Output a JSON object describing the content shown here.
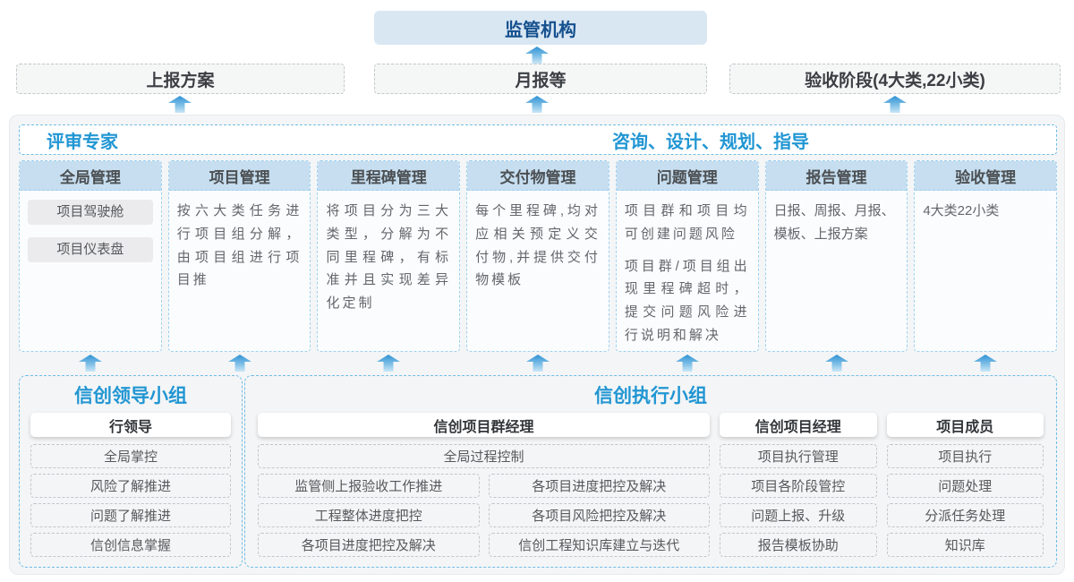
{
  "colors": {
    "accent_blue": "#2196d3",
    "dark_blue": "#15508e",
    "regulator_bg": "#d9e7f3",
    "column_header_bg": "#c6def0",
    "dashed_blue_border": "#6fbde8",
    "container_bg": "#f4f5f6",
    "arrow_gradient_top": "#2f92d3",
    "arrow_gradient_bottom": "#c9e6f6"
  },
  "icons": {
    "up_arrow": "up-arrow"
  },
  "top": {
    "regulator": "监管机构"
  },
  "row2": [
    {
      "label": "上报方案"
    },
    {
      "label": "月报等"
    },
    {
      "label": "验收阶段(4大类,22小类)"
    }
  ],
  "panel": {
    "experts_label": "评审专家",
    "consult_label": "咨询、设计、规划、指导",
    "columns": [
      {
        "title": "全局管理",
        "pills": [
          "项目驾驶舱",
          "项目仪表盘"
        ]
      },
      {
        "title": "项目管理",
        "text": "按六大类任务进行项目组分解，由项目组进行项目推"
      },
      {
        "title": "里程碑管理",
        "text": "将项目分为三大类型，分解为不同里程碑，有标准并且实现差异化定制"
      },
      {
        "title": "交付物管理",
        "text": "每个里程碑,均对应相关预定义交付物,并提供交付物模板"
      },
      {
        "title": "问题管理",
        "paragraphs": [
          "项目群和项目均可创建问题风险",
          "项目群/项目组出现里程碑超时，提交问题风险进行说明和解决"
        ]
      },
      {
        "title": "报告管理",
        "text": "日报、周报、月报、模板、上报方案"
      },
      {
        "title": "验收管理",
        "text": "4大类22小类"
      }
    ]
  },
  "bottom": {
    "leadership": {
      "title": "信创领导小组",
      "role": "行领导",
      "items": [
        "全局掌控",
        "风险了解推进",
        "问题了解推进",
        "信创信息掌握"
      ]
    },
    "execution": {
      "title": "信创执行小组",
      "groups": [
        {
          "role": "信创项目群经理",
          "span_item": "全局过程控制",
          "col_left": [
            "监管侧上报验收工作推进",
            "工程整体进度把控",
            "各项目进度把控及解决"
          ],
          "col_right": [
            "各项目进度把控及解决",
            "各项目风险把控及解决",
            "信创工程知识库建立与迭代"
          ]
        },
        {
          "role": "信创项目经理",
          "items": [
            "项目执行管理",
            "项目各阶段管控",
            "问题上报、升级",
            "报告模板协助"
          ]
        },
        {
          "role": "项目成员",
          "items": [
            "项目执行",
            "问题处理",
            "分派任务处理",
            "知识库"
          ]
        }
      ]
    }
  }
}
